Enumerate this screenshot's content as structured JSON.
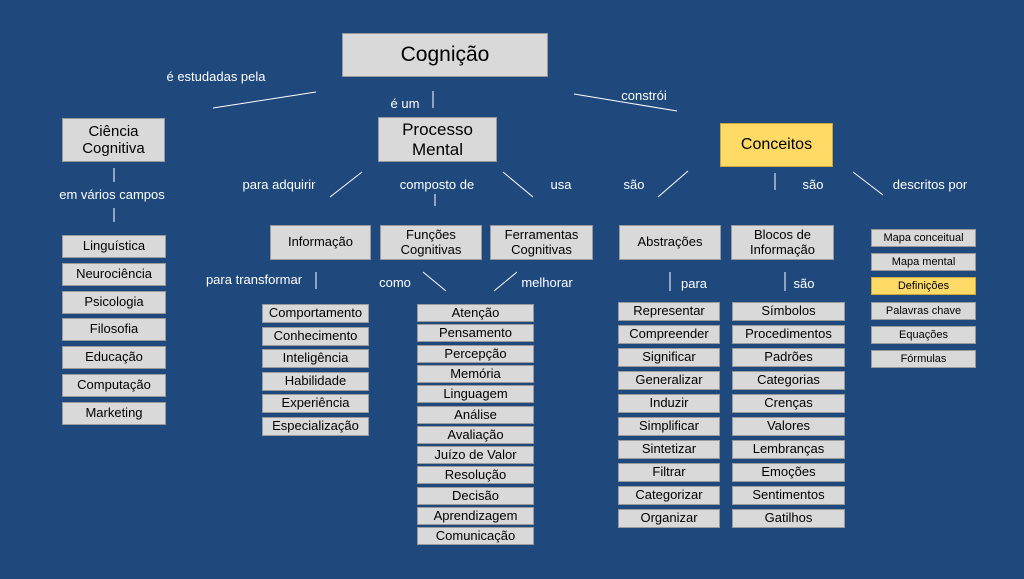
{
  "root": "Cognição",
  "connectors": {
    "studied_by": "é estudadas pela",
    "is_a": "é um",
    "builds": "constrói",
    "fields": "em vários campos",
    "acquire": "para adquirir",
    "composed_of": "composto de",
    "uses": "usa",
    "are_abstractions": "são",
    "are_blocks": "são",
    "described_by": "descritos por",
    "transform": "para transformar",
    "how": "como",
    "improve": "melhorar",
    "to": "para",
    "are_block_items": "são"
  },
  "nodes": {
    "ciencia": "Ciência\nCognitiva",
    "processo": "Processo\nMental",
    "conceitos": "Conceitos",
    "informacao": "Informação",
    "funcoes": "Funções\nCognitivas",
    "ferramentas": "Ferramentas\nCognitivas",
    "abstracoes": "Abstrações",
    "blocos": "Blocos de\nInformação"
  },
  "lists": {
    "fields": [
      "Linguística",
      "Neurociência",
      "Psicologia",
      "Filosofia",
      "Educação",
      "Computação",
      "Marketing"
    ],
    "informacao": [
      "Comportamento",
      "Conhecimento",
      "Inteligência",
      "Habilidade",
      "Experiência",
      "Especialização"
    ],
    "funcoes": [
      "Atenção",
      "Pensamento",
      "Percepção",
      "Memória",
      "Linguagem",
      "Análise",
      "Avaliação",
      "Juízo de Valor",
      "Resolução",
      "Decisão",
      "Aprendizagem",
      "Comunicação"
    ],
    "abstracoes": [
      "Representar",
      "Compreender",
      "Significar",
      "Generalizar",
      "Induzir",
      "Simplificar",
      "Sintetizar",
      "Filtrar",
      "Categorizar",
      "Organizar"
    ],
    "blocos": [
      "Símbolos",
      "Procedimentos",
      "Padrões",
      "Categorias",
      "Crenças",
      "Valores",
      "Lembranças",
      "Emoções",
      "Sentimentos",
      "Gatilhos"
    ],
    "descritos": [
      "Mapa conceitual",
      "Mapa mental",
      "Definições",
      "Palavras chave",
      "Equações",
      "Fórmulas"
    ]
  },
  "highlight": {
    "node": "conceitos",
    "list_item": "Definições",
    "color": "#fdd966"
  },
  "colors": {
    "background": "#1f497d",
    "box": "#d9d9d9",
    "connector": "#ffffff"
  }
}
